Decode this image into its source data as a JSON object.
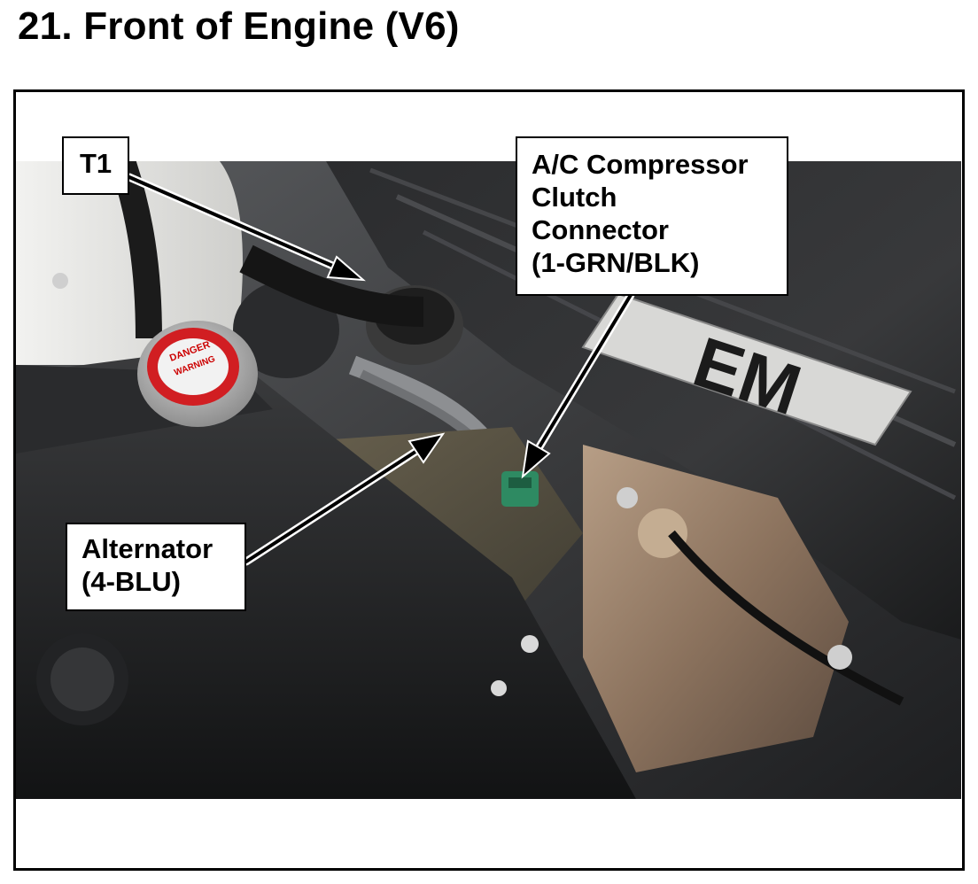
{
  "page": {
    "title": "21.  Front of Engine (V6)"
  },
  "callouts": {
    "t1": {
      "label": "T1"
    },
    "ac_connector": {
      "lines": [
        "A/C Compressor",
        "Clutch",
        "Connector",
        "(1-GRN/BLK)"
      ]
    },
    "alternator": {
      "lines": [
        "Alternator",
        "(4-BLU)"
      ]
    }
  },
  "photo": {
    "cap_label_lines": [
      "DANGER",
      "WARNING"
    ],
    "cover_text": "EM"
  }
}
